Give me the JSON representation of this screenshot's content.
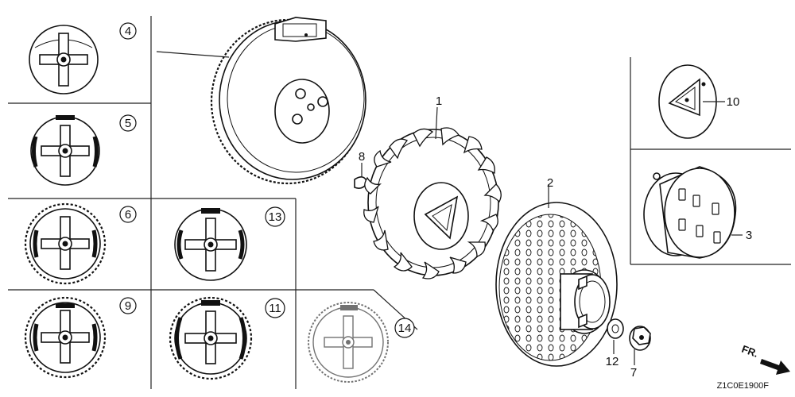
{
  "diagram": {
    "callouts": {
      "p1": "1",
      "p2": "2",
      "p3": "3",
      "p4": "4",
      "p5": "5",
      "p6": "6",
      "p7": "7",
      "p8": "8",
      "p9": "9",
      "p10": "10",
      "p11": "11",
      "p12": "12",
      "p13": "13",
      "p14": "14"
    },
    "direction_label": "FR.",
    "drawing_code": "Z1C0E1900F"
  }
}
